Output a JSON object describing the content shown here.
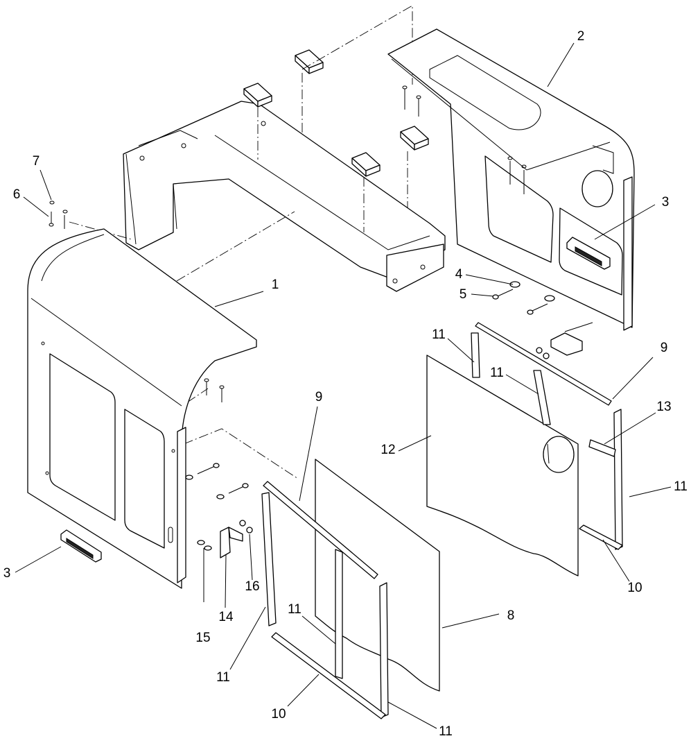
{
  "callouts": [
    {
      "id": "c1",
      "text": "1"
    },
    {
      "id": "c2",
      "text": "2"
    },
    {
      "id": "c3a",
      "text": "3"
    },
    {
      "id": "c3b",
      "text": "3"
    },
    {
      "id": "c4",
      "text": "4"
    },
    {
      "id": "c5",
      "text": "5"
    },
    {
      "id": "c6",
      "text": "6"
    },
    {
      "id": "c7",
      "text": "7"
    },
    {
      "id": "c8",
      "text": "8"
    },
    {
      "id": "c9a",
      "text": "9"
    },
    {
      "id": "c9b",
      "text": "9"
    },
    {
      "id": "c10a",
      "text": "10"
    },
    {
      "id": "c10b",
      "text": "10"
    },
    {
      "id": "c11a",
      "text": "11"
    },
    {
      "id": "c11b",
      "text": "11"
    },
    {
      "id": "c11c",
      "text": "11"
    },
    {
      "id": "c11d",
      "text": "11"
    },
    {
      "id": "c11e",
      "text": "11"
    },
    {
      "id": "c11f",
      "text": "11"
    },
    {
      "id": "c12",
      "text": "12"
    },
    {
      "id": "c13",
      "text": "13"
    },
    {
      "id": "c14",
      "text": "14"
    },
    {
      "id": "c15",
      "text": "15"
    },
    {
      "id": "c16",
      "text": "16"
    }
  ]
}
